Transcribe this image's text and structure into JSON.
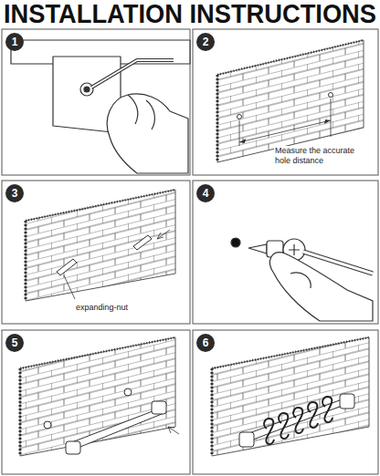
{
  "diagram": {
    "title": "INSTALLATION INSTRUCTIONS",
    "nodes": [
      {
        "text": [
          "1"
        ]
      },
      {
        "text": [
          "2"
        ]
      },
      {
        "text": [
          "3"
        ]
      },
      {
        "text": [
          "4"
        ]
      },
      {
        "text": [
          "5"
        ]
      },
      {
        "text": [
          "6"
        ]
      }
    ],
    "labels": [
      "Measure the accurate hole distance",
      "expanding-nut"
    ]
  }
}
